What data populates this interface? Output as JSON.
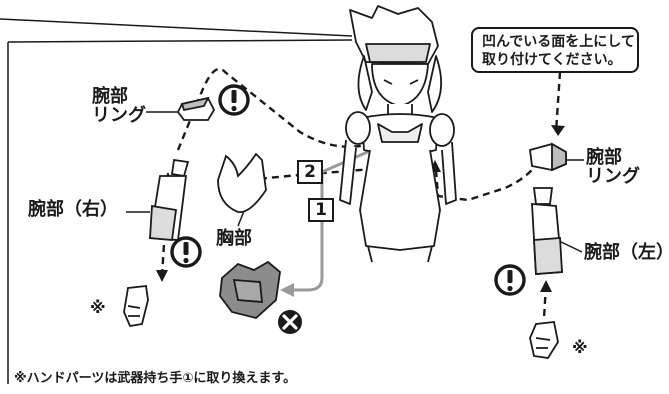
{
  "labels": {
    "left_arm_ring": [
      "腕部",
      "リング"
    ],
    "right_arm_part": "腕部（右）",
    "chest_part": "胸部",
    "right_ring": [
      "腕部",
      "リング"
    ],
    "left_arm_part": "腕部（左）"
  },
  "callout": [
    "凹んでいる面を上にして",
    "取り付けてください。"
  ],
  "steps": [
    "1",
    "2"
  ],
  "notes": {
    "asterisk": "※",
    "footnote": "※ハンドパーツは武器持ち手①に取り換えます。"
  },
  "colors": {
    "ink": "#1a1a1a",
    "arrow_gray": "#9a9a9a",
    "part_gray": "#8c8c8c",
    "background": "#ffffff"
  },
  "icons": [
    "exclamation-icon",
    "exclamation-icon",
    "exclamation-icon",
    "exclamation-icon",
    "x-mark-icon"
  ]
}
